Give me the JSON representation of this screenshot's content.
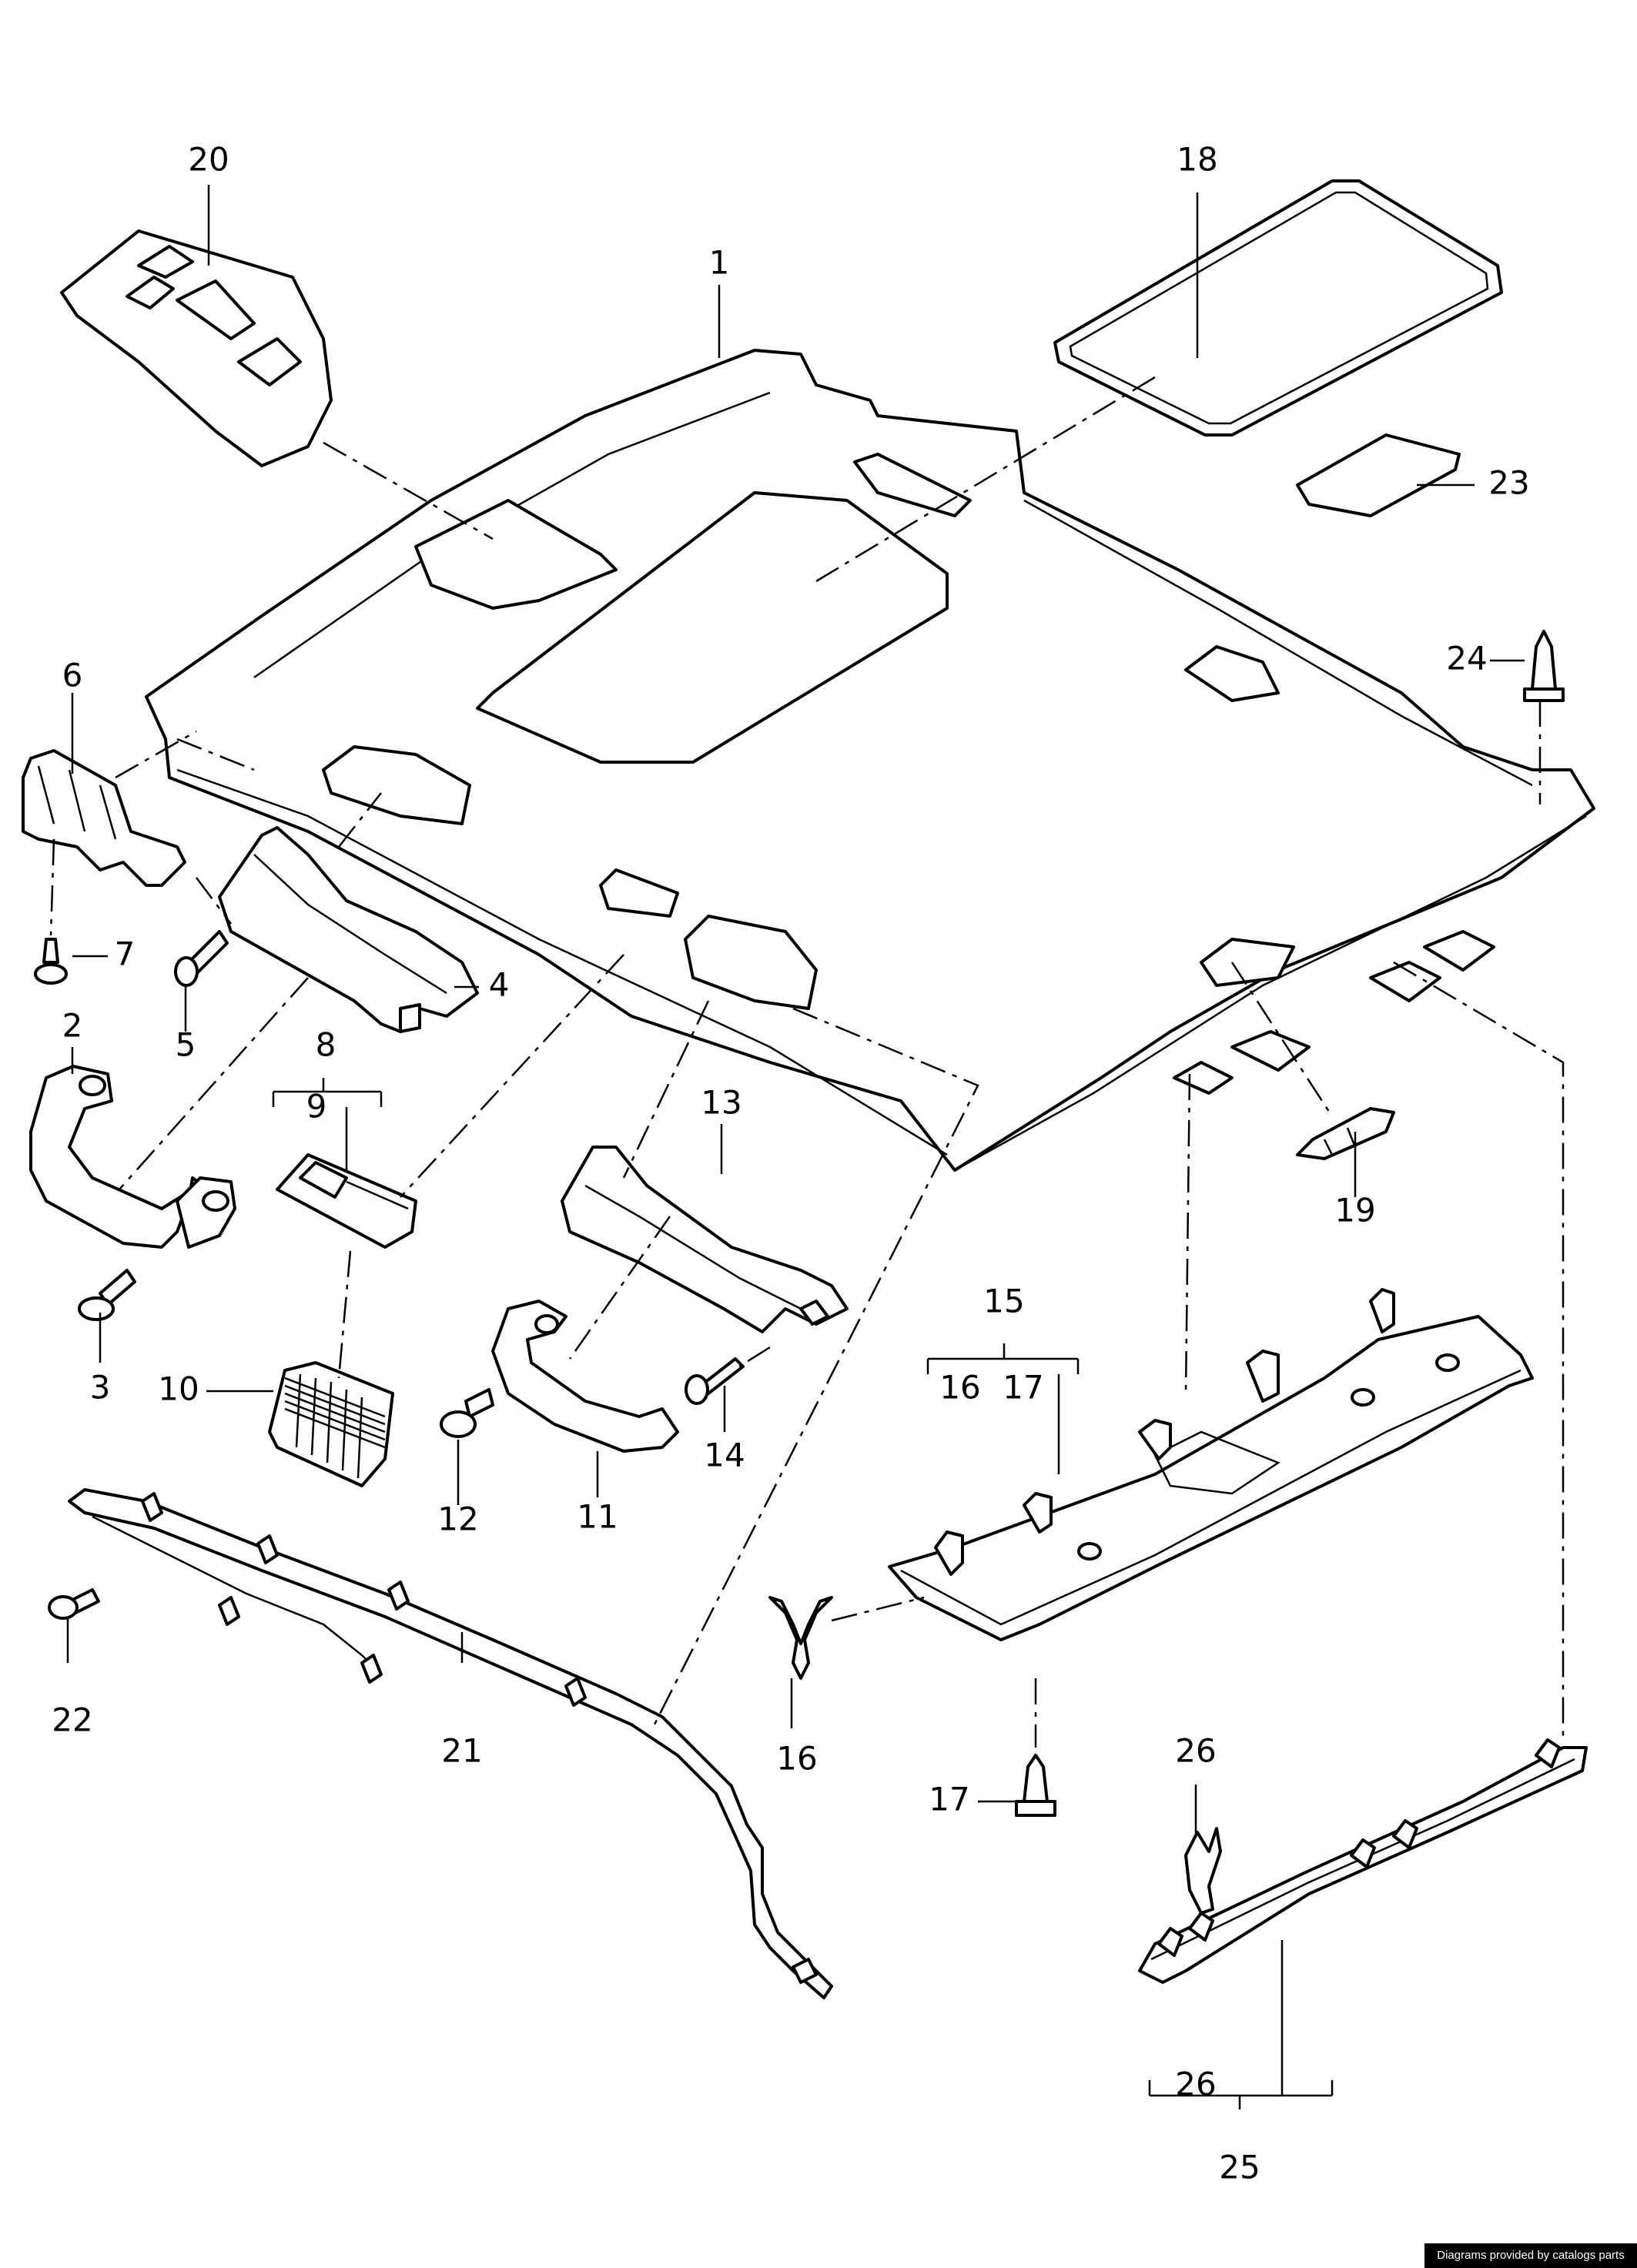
{
  "credit": "Diagrams provided by catalogs parts",
  "callouts": [
    {
      "id": "c1",
      "text": "1"
    },
    {
      "id": "c2",
      "text": "2"
    },
    {
      "id": "c3",
      "text": "3"
    },
    {
      "id": "c4",
      "text": "4"
    },
    {
      "id": "c5",
      "text": "5"
    },
    {
      "id": "c6",
      "text": "6"
    },
    {
      "id": "c7",
      "text": "7"
    },
    {
      "id": "c8",
      "text": "8"
    },
    {
      "id": "c9",
      "text": "9"
    },
    {
      "id": "c10",
      "text": "10"
    },
    {
      "id": "c11",
      "text": "11"
    },
    {
      "id": "c12",
      "text": "12"
    },
    {
      "id": "c13",
      "text": "13"
    },
    {
      "id": "c14",
      "text": "14"
    },
    {
      "id": "c15",
      "text": "15"
    },
    {
      "id": "c16a",
      "text": "16"
    },
    {
      "id": "c17a",
      "text": "17"
    },
    {
      "id": "c16b",
      "text": "16"
    },
    {
      "id": "c17b",
      "text": "17"
    },
    {
      "id": "c18",
      "text": "18"
    },
    {
      "id": "c19",
      "text": "19"
    },
    {
      "id": "c20",
      "text": "20"
    },
    {
      "id": "c21",
      "text": "21"
    },
    {
      "id": "c22",
      "text": "22"
    },
    {
      "id": "c23",
      "text": "23"
    },
    {
      "id": "c24",
      "text": "24"
    },
    {
      "id": "c25",
      "text": "25"
    },
    {
      "id": "c26a",
      "text": "26"
    },
    {
      "id": "c26b",
      "text": "26"
    }
  ]
}
